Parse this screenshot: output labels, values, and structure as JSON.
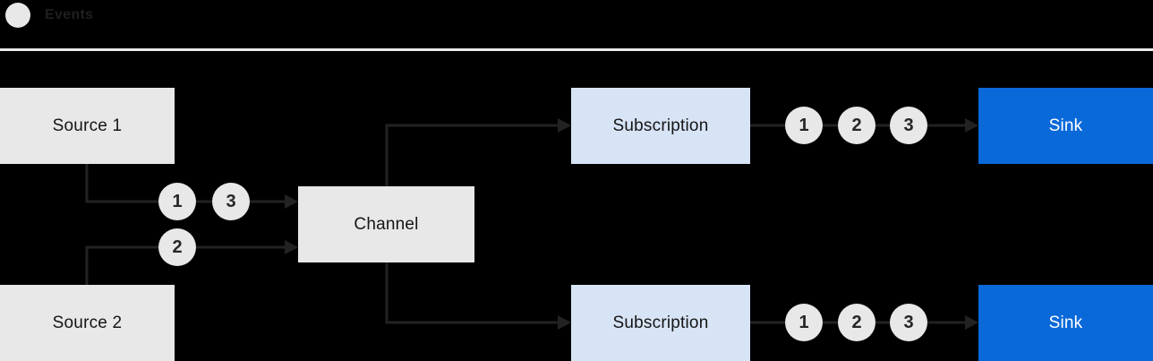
{
  "legend": {
    "label": "Events"
  },
  "colors": {
    "background": "#000000",
    "gray_box": "#e8e8e8",
    "light_blue_box": "#d7e4f6",
    "blue_box": "#0a69d9",
    "connector_line": "#222222",
    "dark_text": "#151515",
    "white_text": "#ffffff",
    "divider": "#e9e9e9"
  },
  "nodes": {
    "source1": {
      "label": "Source 1"
    },
    "source2": {
      "label": "Source 2"
    },
    "channel": {
      "label": "Channel"
    },
    "subscription_top": {
      "label": "Subscription"
    },
    "subscription_bottom": {
      "label": "Subscription"
    },
    "sink_top": {
      "label": "Sink"
    },
    "sink_bottom": {
      "label": "Sink"
    }
  },
  "event_markers": {
    "source1_to_channel": [
      "1",
      "3"
    ],
    "source2_to_channel": [
      "2"
    ],
    "subscription_top_to_sink": [
      "1",
      "2",
      "3"
    ],
    "subscription_bottom_to_sink": [
      "1",
      "2",
      "3"
    ]
  }
}
